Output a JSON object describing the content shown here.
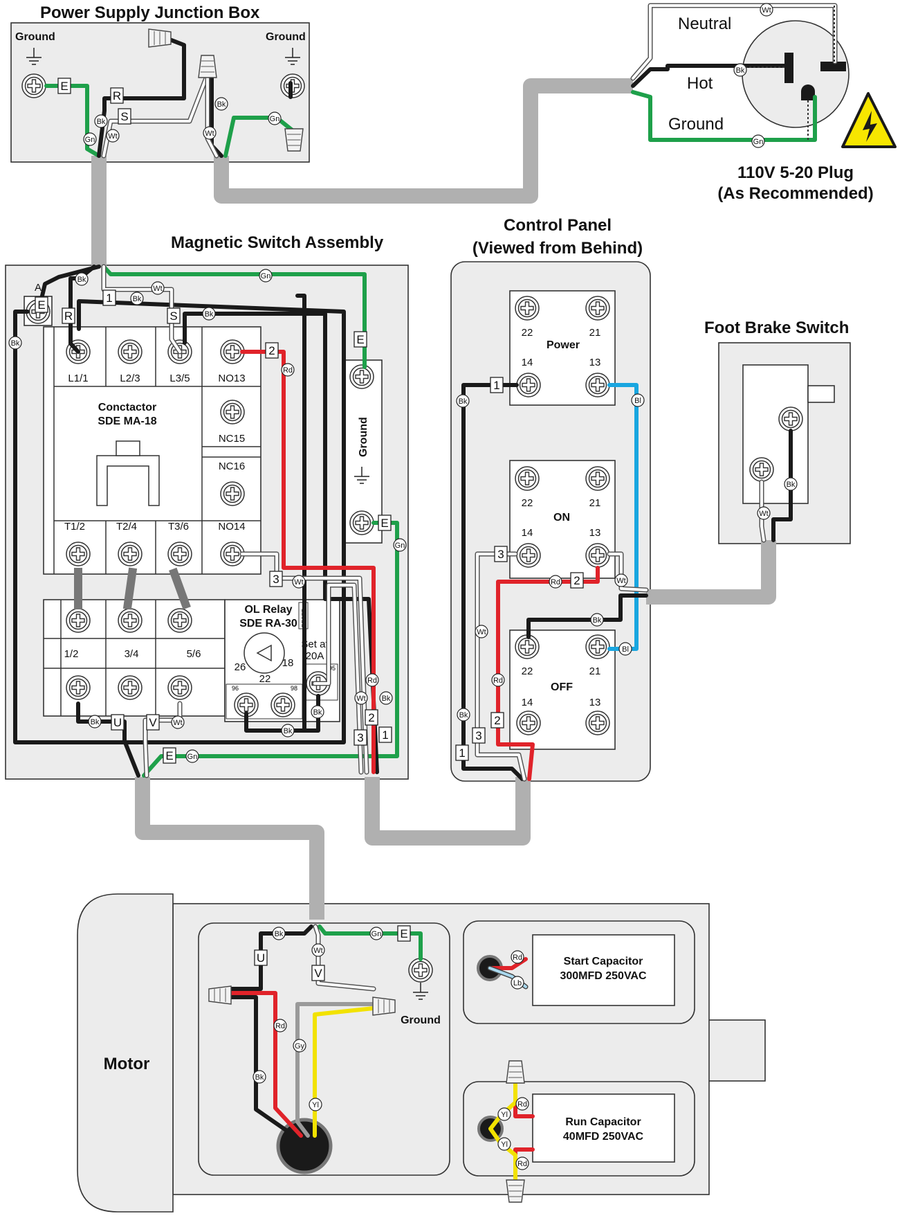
{
  "junction": {
    "title": "Power Supply Junction Box",
    "ground_left": "Ground",
    "ground_right": "Ground"
  },
  "plug": {
    "neutral": "Neutral",
    "hot": "Hot",
    "ground": "Ground",
    "title1": "110V 5-20 Plug",
    "title2": "(As Recommended)"
  },
  "magnetic": {
    "title": "Magnetic Switch Assembly",
    "terminal_a": "A",
    "contactor_name": "Conctactor",
    "contactor_model": "SDE MA-18",
    "top_terms": [
      "L1/1",
      "L2/3",
      "L3/5",
      "NO13"
    ],
    "side_terms": [
      "NC15",
      "NC16"
    ],
    "bottom_terms": [
      "T1/2",
      "T2/4",
      "T3/6",
      "NO14"
    ],
    "ol_terms": [
      "1/2",
      "3/4",
      "5/6"
    ],
    "ol_name": "OL Relay",
    "ol_model": "SDE RA-30",
    "reset": "RESET",
    "set_at": "Set at",
    "set_amps": "20A",
    "dial": [
      "26",
      "18",
      "22"
    ],
    "small": [
      "96",
      "98",
      "95"
    ],
    "ground_bar": "Ground"
  },
  "control": {
    "title1": "Control Panel",
    "title2": "(Viewed from Behind)",
    "switches": [
      {
        "name": "Power",
        "t22": "22",
        "t21": "21",
        "t14": "14",
        "t13": "13"
      },
      {
        "name": "ON",
        "t22": "22",
        "t21": "21",
        "t14": "14",
        "t13": "13"
      },
      {
        "name": "OFF",
        "t22": "22",
        "t21": "21",
        "t14": "14",
        "t13": "13"
      }
    ]
  },
  "foot": {
    "title": "Foot Brake Switch"
  },
  "motor": {
    "title": "Motor",
    "ground": "Ground",
    "start_cap": [
      "Start Capacitor",
      "300MFD 250VAC"
    ],
    "run_cap": [
      "Run Capacitor",
      "40MFD 250VAC"
    ]
  },
  "wire_tags": {
    "bk": "Bk",
    "wt": "Wt",
    "gn": "Gn",
    "rd": "Rd",
    "bl": "Bl",
    "lb": "Lb",
    "gy": "Gy",
    "yl": "Yl"
  },
  "terminal_tags": [
    "E",
    "R",
    "S",
    "1",
    "2",
    "3",
    "U",
    "V"
  ],
  "colors": {
    "black": "#1a1a1a",
    "red": "#e0232a",
    "green": "#1ea04a",
    "blue": "#19a6e0",
    "yellow": "#f2e200",
    "gray_wire": "#9a9a9a",
    "cable": "#b0b0b0",
    "panel": "#ececec",
    "hazard": "#f7e600"
  },
  "icons": [
    "ground-symbol-icon",
    "wire-nut-icon",
    "terminal-screw-icon",
    "hazard-icon"
  ]
}
